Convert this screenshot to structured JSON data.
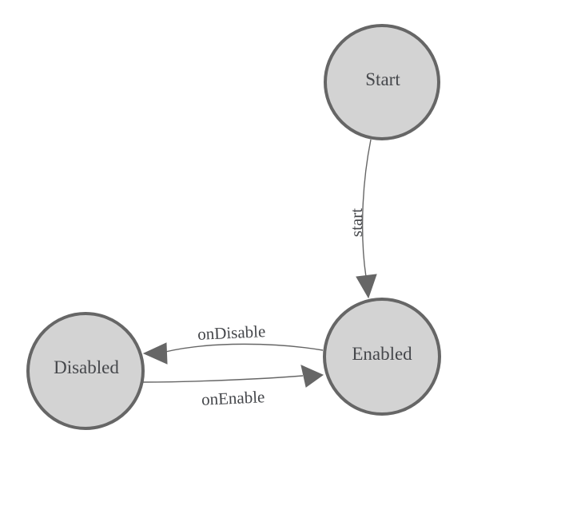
{
  "diagram": {
    "colors": {
      "background": "#ffffff",
      "node_fill": "#d3d3d3",
      "node_stroke": "#666666",
      "edge_color": "#666666",
      "label_text": "#45474b"
    },
    "nodes": [
      {
        "id": "start",
        "label": "Start"
      },
      {
        "id": "enabled",
        "label": "Enabled"
      },
      {
        "id": "disabled",
        "label": "Disabled"
      }
    ],
    "edges": [
      {
        "from": "Start",
        "to": "Enabled",
        "label": "start"
      },
      {
        "from": "Enabled",
        "to": "Disabled",
        "label": "onDisable"
      },
      {
        "from": "Disabled",
        "to": "Enabled",
        "label": "onEnable"
      }
    ]
  }
}
